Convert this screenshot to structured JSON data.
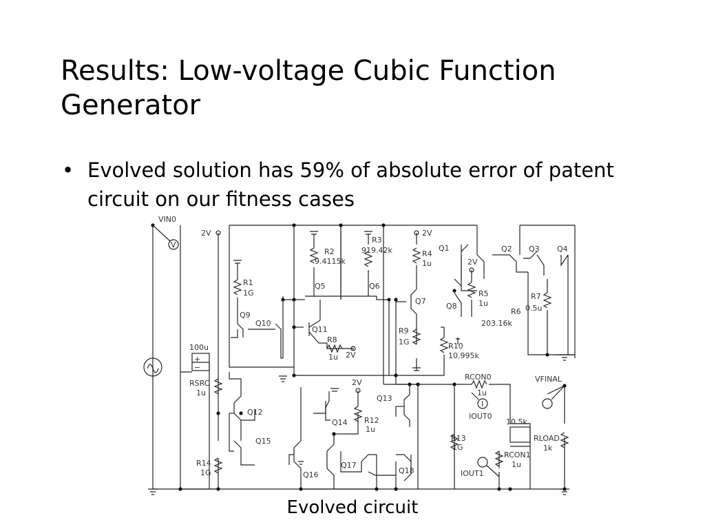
{
  "slide": {
    "title": "Results: Low-voltage Cubic Function Generator",
    "bullets": [
      {
        "mark": "•",
        "text": "Evolved solution has 59% of absolute error of patent circuit on our fitness cases"
      }
    ],
    "caption": "Evolved circuit"
  },
  "circuit": {
    "labels": {
      "vin0": "VIN0",
      "v_2v_a": "2V",
      "r1": "R1",
      "r1_val": "1G",
      "q9": "Q9",
      "q10": "Q10",
      "c_100u": "100u",
      "rsrc": "RSRC",
      "rsrc_val": "1u",
      "q12": "Q12",
      "q15": "Q15",
      "r14": "R14",
      "r14_val": "1G",
      "r2": "R2",
      "r2_val": "9.4115k",
      "r3": "R3",
      "r3_val": "919.42k",
      "q5": "Q5",
      "q6": "Q6",
      "q11": "Q11",
      "r8": "R8",
      "r8_val": "1u",
      "v_2v_b": "2V",
      "v_2v_c": "2V",
      "q14": "Q14",
      "r12": "R12",
      "r12_val": "1u",
      "q16": "Q16",
      "q17": "Q17",
      "q18": "Q18",
      "q13": "Q13",
      "v_2v_d": "2V",
      "r4": "R4",
      "r4_val": "1u",
      "q7": "Q7",
      "r9": "R9",
      "r9_val": "1G",
      "r10": "R10",
      "r10_val": "10.995k",
      "q1": "Q1",
      "v_2v_e": "2V",
      "q8": "Q8",
      "r5": "R5",
      "r5_val": "1u",
      "q2": "Q2",
      "q3": "Q3",
      "q4": "Q4",
      "r6": "R6",
      "r6_val": "203.16k",
      "r7": "R7",
      "r7_val": "0.5u",
      "rcon0": "RCON0",
      "rcon0_val": "1u",
      "iout0": "IOUT0",
      "r13": "R13",
      "r13_val": "1G",
      "iout1": "IOUT1",
      "rcon1": "RCON1",
      "rcon1_val": "1u",
      "e_105k": "10.5k",
      "rload": "RLOAD",
      "rload_val": "1k",
      "vfinal": "VFINAL",
      "meter_v": "V",
      "meter_i": "I",
      "plus": "+",
      "minus": "−"
    }
  }
}
